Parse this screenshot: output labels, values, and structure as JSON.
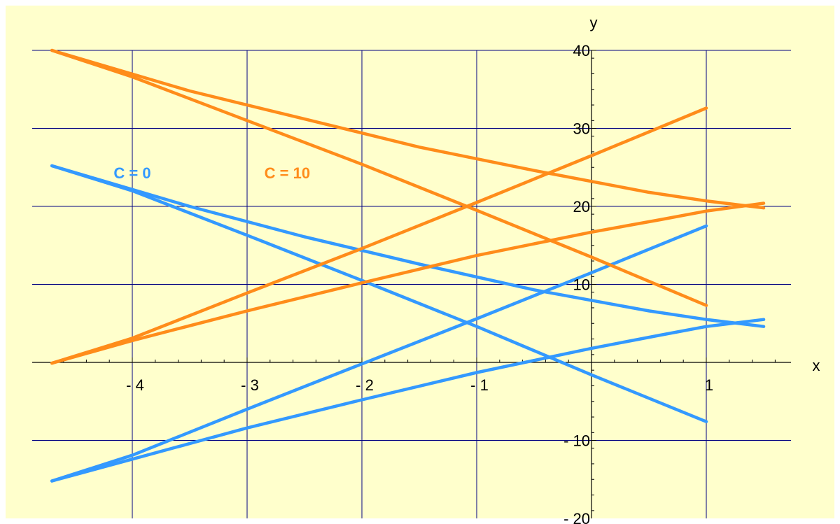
{
  "chart_data": {
    "type": "line",
    "title": "",
    "xlabel": "x",
    "ylabel": "y",
    "xlim": [
      -4.7,
      1.7
    ],
    "ylim": [
      -20,
      40
    ],
    "grid": true,
    "x_ticks": [
      -4,
      -3,
      -2,
      -1,
      1
    ],
    "x_tick_labels": [
      "- 4",
      "- 3",
      "- 2",
      "- 1",
      "1"
    ],
    "y_ticks": [
      -20,
      -10,
      10,
      20,
      30,
      40
    ],
    "y_tick_labels": [
      "- 20",
      "- 10",
      "10",
      "20",
      "30",
      "40"
    ],
    "colors": {
      "background": "#FFFFCC",
      "grid": "#000080",
      "axis": "#000000",
      "series_c0": "#3399FF",
      "series_c10": "#FF8C1A"
    },
    "annotations": [
      {
        "text": "C = 0",
        "x": -4.0,
        "y": 24.3,
        "color": "#3399FF"
      },
      {
        "text": "C = 10",
        "x": -2.65,
        "y": 24.3,
        "color": "#FF8C1A"
      }
    ],
    "series": [
      {
        "group": "C = 0",
        "color": "#3399FF",
        "x": [
          -4.7,
          -3.5,
          -2.5,
          -1.5,
          -0.5,
          0.5,
          1.0,
          1.5
        ],
        "y": [
          25.2,
          20.0,
          16.1,
          12.6,
          9.3,
          6.6,
          5.5,
          4.6
        ]
      },
      {
        "group": "C = 0",
        "color": "#3399FF",
        "x": [
          -4.7,
          -4.0,
          -3.0,
          -2.0,
          -1.0,
          0.0,
          1.0
        ],
        "y": [
          25.2,
          22.0,
          16.3,
          10.5,
          4.6,
          -1.6,
          -7.6
        ]
      },
      {
        "group": "C = 0",
        "color": "#3399FF",
        "x": [
          -4.7,
          -4.0,
          -3.0,
          -2.0,
          -1.0,
          0.0,
          1.0
        ],
        "y": [
          -15.2,
          -11.9,
          -6.0,
          -0.2,
          5.6,
          11.5,
          17.5
        ]
      },
      {
        "group": "C = 0",
        "color": "#3399FF",
        "x": [
          -4.7,
          -4.0,
          -3.0,
          -2.0,
          -1.0,
          0.0,
          0.6,
          1.0,
          1.5
        ],
        "y": [
          -15.2,
          -12.4,
          -8.4,
          -4.8,
          -1.3,
          1.8,
          3.5,
          4.6,
          5.5
        ]
      },
      {
        "group": "C = 10",
        "color": "#FF8C1A",
        "x": [
          -4.7,
          -3.5,
          -2.5,
          -1.5,
          -0.5,
          0.5,
          1.0,
          1.5
        ],
        "y": [
          40.0,
          34.8,
          31.2,
          27.6,
          24.6,
          21.8,
          20.7,
          19.8
        ]
      },
      {
        "group": "C = 10",
        "color": "#FF8C1A",
        "x": [
          -4.7,
          -4.0,
          -3.0,
          -2.0,
          -1.0,
          0.0,
          1.0
        ],
        "y": [
          40.0,
          36.6,
          31.0,
          25.4,
          19.5,
          13.5,
          7.3
        ]
      },
      {
        "group": "C = 10",
        "color": "#FF8C1A",
        "x": [
          -4.7,
          -4.0,
          -3.0,
          -2.0,
          -1.0,
          0.0,
          1.0
        ],
        "y": [
          -0.1,
          3.1,
          8.9,
          14.6,
          20.5,
          26.5,
          32.6
        ]
      },
      {
        "group": "C = 10",
        "color": "#FF8C1A",
        "x": [
          -4.7,
          -4.0,
          -3.0,
          -2.0,
          -1.0,
          0.0,
          0.6,
          1.0,
          1.5
        ],
        "y": [
          -0.1,
          2.8,
          6.6,
          10.2,
          13.7,
          16.7,
          18.3,
          19.4,
          20.4
        ]
      }
    ]
  }
}
